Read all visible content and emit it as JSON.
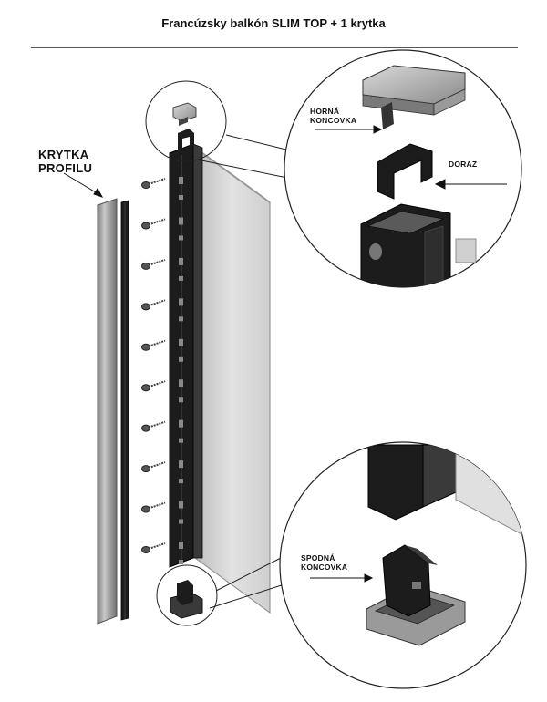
{
  "title": "Francúzsky balkón SLIM TOP + 1 krytka",
  "labels": {
    "profile_cover_line1": "KRYTKA",
    "profile_cover_line2": "PROFILU",
    "top_end_line1": "HORNÁ",
    "top_end_line2": "KONCOVKA",
    "stop": "DORAZ",
    "bottom_end_line1": "SPODNÁ",
    "bottom_end_line2": "KONCOVKA"
  },
  "colors": {
    "profile": "#1c1c1c",
    "metal": "#a9a9a9",
    "glass": "#d6d6d6",
    "line": "#222222"
  },
  "screw_count": 10
}
